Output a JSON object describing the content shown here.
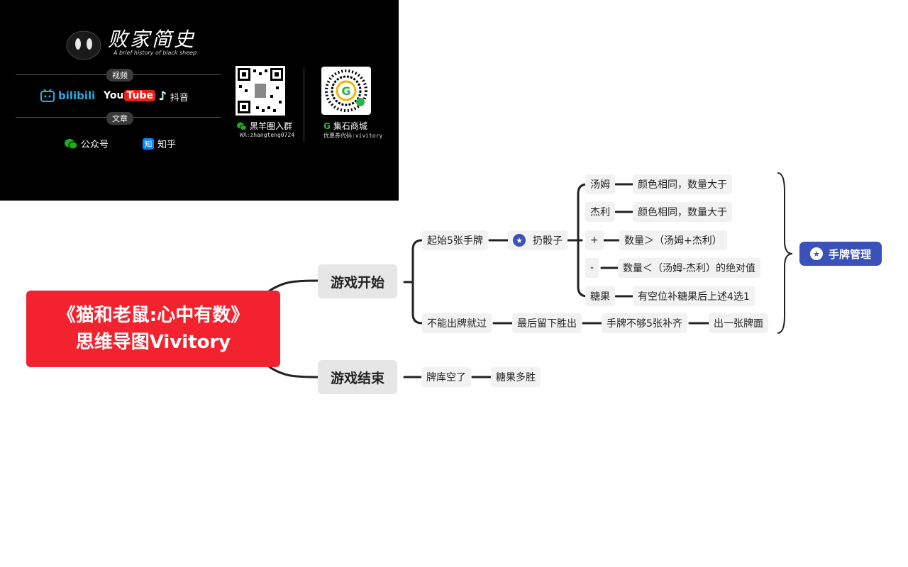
{
  "banner": {
    "brand_script": "败家简史",
    "brand_tagline": "A brief history of black sheep",
    "video_label": "视频",
    "article_label": "文章",
    "bilibili": "bilibili",
    "youtube_you": "You",
    "youtube_tube": "Tube",
    "douyin": "抖音",
    "wechat_official": "公众号",
    "zhihu_badge": "知",
    "zhihu": "知乎",
    "qr1_caption": "黑羊圈入群",
    "qr1_sub": "WX:zhangteng0724",
    "qr2_caption": "集石商城",
    "qr2_sub": "优惠券代码:vivitory",
    "colors": {
      "bilibili": "#23ade5",
      "youtube_red": "#e62117",
      "wechat_green": "#1aad19",
      "zhihu_blue": "#0a84ff"
    }
  },
  "mindmap": {
    "root": {
      "line1": "《猫和老鼠:心中有数》",
      "line2": "思维导图Vivitory",
      "color": "#f2222e"
    },
    "branch_start": "游戏开始",
    "branch_end": "游戏结束",
    "start_hand": "起始5张手牌",
    "roll_dice": "扔骰子",
    "tom": "汤姆",
    "tom_rule": "颜色相同，数量大于",
    "jerry": "杰利",
    "jerry_rule": "颜色相同，数量大于",
    "plus": "+",
    "plus_rule": "数量＞（汤姆+杰利）",
    "minus": "-",
    "minus_rule": "数量＜（汤姆-杰利）的绝对值",
    "candy": "糖果",
    "candy_rule": "有空位补糖果后上述4选1",
    "cannot_play": "不能出牌就过",
    "last_wins": "最后留下胜出",
    "refill": "手牌不够5张补齐",
    "play_one": "出一张牌面",
    "deck_empty": "牌库空了",
    "most_candy": "糖果多胜",
    "summary": "手牌管理",
    "summary_color": "#3a51b8"
  }
}
